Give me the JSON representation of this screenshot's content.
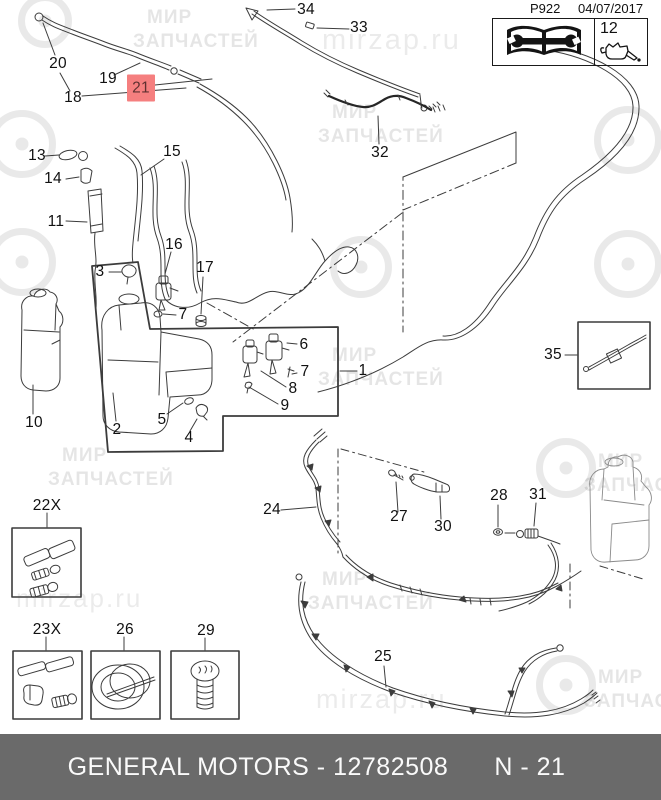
{
  "header": {
    "doc_code": "P922",
    "doc_date": "04/07/2017",
    "legend_oil_number": "12"
  },
  "icons": {
    "legend_left": "book-wrench-icon",
    "legend_right": "oil-can-icon",
    "watermark_logo": "location-pin-gear-icon"
  },
  "watermark": {
    "brand_line1": "МИР",
    "brand_line2": "ЗАПЧАСТЕЙ",
    "site": "mirzap.ru"
  },
  "footer": {
    "left_text": "GENERAL MOTORS - 12782508",
    "right_text": "N - 21"
  },
  "selected_part": "21",
  "colors": {
    "highlight_bg": "#f57f7f",
    "highlight_fg": "#5f3030",
    "footer_bg": "#6a6a6a",
    "footer_fg": "#fafafa",
    "line_art": "#3c3c3c"
  },
  "callouts": [
    {
      "label": "1",
      "highlighted": false
    },
    {
      "label": "2",
      "highlighted": false
    },
    {
      "label": "3",
      "highlighted": false
    },
    {
      "label": "4",
      "highlighted": false
    },
    {
      "label": "5",
      "highlighted": false
    },
    {
      "label": "6",
      "highlighted": false
    },
    {
      "label": "7",
      "highlighted": false
    },
    {
      "label": "7",
      "highlighted": false
    },
    {
      "label": "8",
      "highlighted": false
    },
    {
      "label": "9",
      "highlighted": false
    },
    {
      "label": "10",
      "highlighted": false
    },
    {
      "label": "11",
      "highlighted": false
    },
    {
      "label": "13",
      "highlighted": false
    },
    {
      "label": "14",
      "highlighted": false
    },
    {
      "label": "15",
      "highlighted": false
    },
    {
      "label": "16",
      "highlighted": false
    },
    {
      "label": "17",
      "highlighted": false
    },
    {
      "label": "18",
      "highlighted": false
    },
    {
      "label": "19",
      "highlighted": false
    },
    {
      "label": "20",
      "highlighted": false
    },
    {
      "label": "21",
      "highlighted": true
    },
    {
      "label": "22X",
      "highlighted": false
    },
    {
      "label": "23X",
      "highlighted": false
    },
    {
      "label": "24",
      "highlighted": false
    },
    {
      "label": "25",
      "highlighted": false
    },
    {
      "label": "26",
      "highlighted": false
    },
    {
      "label": "27",
      "highlighted": false
    },
    {
      "label": "28",
      "highlighted": false
    },
    {
      "label": "29",
      "highlighted": false
    },
    {
      "label": "30",
      "highlighted": false
    },
    {
      "label": "31",
      "highlighted": false
    },
    {
      "label": "32",
      "highlighted": false
    },
    {
      "label": "33",
      "highlighted": false
    },
    {
      "label": "34",
      "highlighted": false
    },
    {
      "label": "35",
      "highlighted": false
    }
  ]
}
